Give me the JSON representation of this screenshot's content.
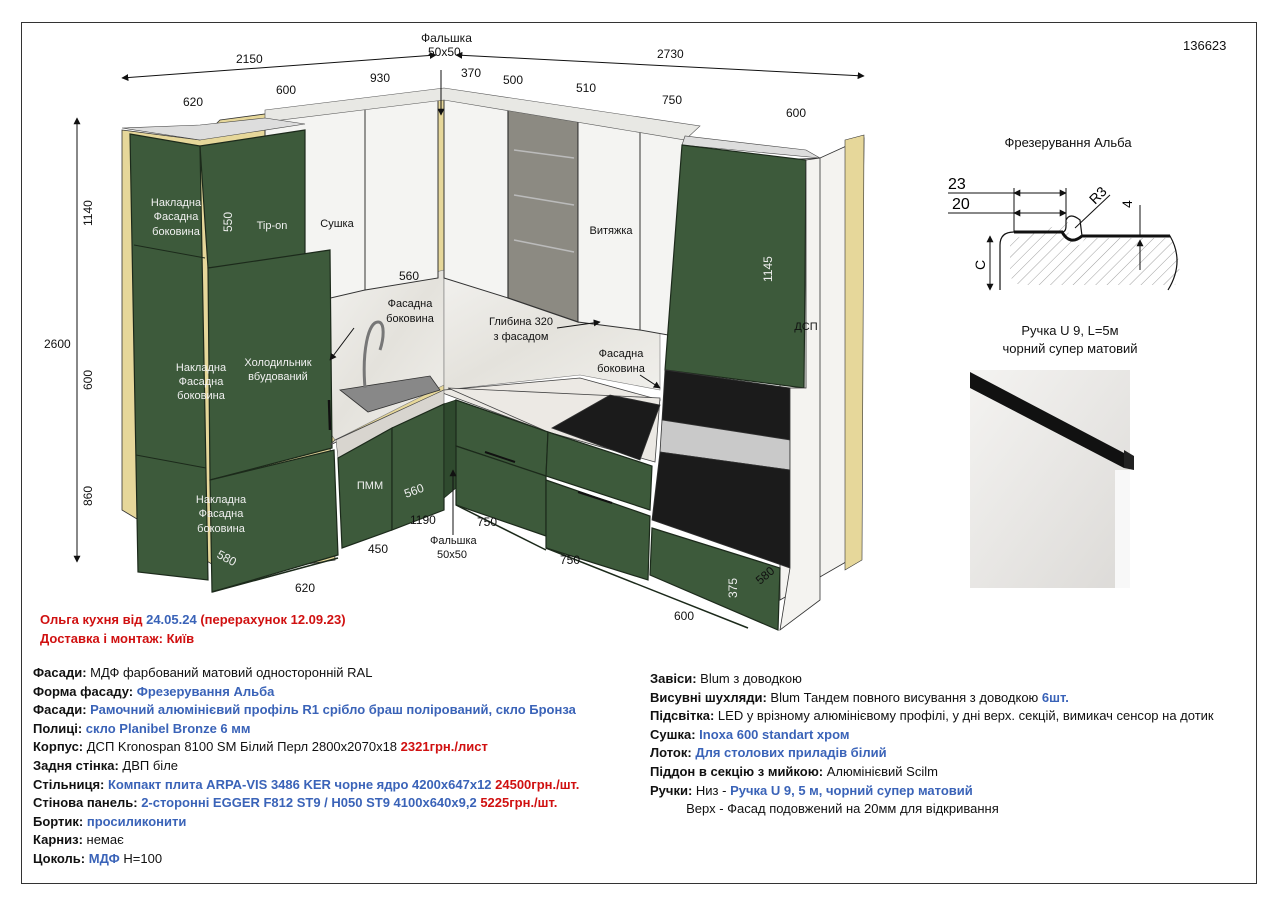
{
  "doc_number": "136623",
  "header": {
    "line1_prefix": "Ольга кухня від ",
    "line1_date": "24.05.24",
    "line1_suffix": " (перерахунок 12.09.23)",
    "line2": "Доставка і монтаж: Київ"
  },
  "dims": {
    "left_total": "2150",
    "right_total": "2730",
    "top_falshka": "Фальшка",
    "top_falshka_size": "50x50",
    "d620_top": "620",
    "d600_top": "600",
    "d930": "930",
    "d370": "370",
    "d500": "500",
    "d510": "510",
    "d750_top": "750",
    "d600_right": "600",
    "height_total": "2600",
    "h1140": "1140",
    "h600": "600",
    "h860": "860",
    "d550": "550",
    "d560_upper": "560",
    "d1145": "1145",
    "d560_lower": "560",
    "d1190": "1190",
    "d750_a": "750",
    "d450": "450",
    "d750_b": "750",
    "d620_bottom": "620",
    "d580_left": "580",
    "d580_right": "580",
    "d375": "375",
    "d600_bottom": "600",
    "bottom_falshka": "Фальшка",
    "bottom_falshka_size": "50x50"
  },
  "labels": {
    "nakladna1": [
      "Накладна",
      "Фасадна",
      "боковина"
    ],
    "nakladna2": [
      "Накладна",
      "Фасадна",
      "боковина"
    ],
    "nakladna3": [
      "Накладна",
      "Фасадна",
      "боковина"
    ],
    "tipon": "Tip-on",
    "sushka": "Сушка",
    "fridge": [
      "Холодильник",
      "вбудований"
    ],
    "fasadna_left": [
      "Фасадна",
      "боковина"
    ],
    "hlybyna": [
      "Глибина 320",
      "з фасадом"
    ],
    "vytyazhka": "Витяжка",
    "fasadna_right": [
      "Фасадна",
      "боковина"
    ],
    "dsp": "ДСП",
    "pmm": "ПММ"
  },
  "profile": {
    "title": "Фрезерування Альба",
    "d23": "23",
    "d20": "20",
    "r3": "R3",
    "d4": "4",
    "c": "C"
  },
  "handle": {
    "title_line1": "Ручка U 9, L=5м",
    "title_line2": "чорний супер матовий"
  },
  "spec_left": [
    {
      "label": "Фасади:",
      "parts": [
        {
          "t": " МДФ фарбований матовий односторонній RAL",
          "c": ""
        }
      ]
    },
    {
      "label": "Форма фасаду:",
      "parts": [
        {
          "t": " Фрезерування Альба",
          "c": "blue"
        }
      ]
    },
    {
      "label": "Фасади:",
      "parts": [
        {
          "t": " Рамочний алюмінієвий профіль R1 срібло браш полірований, скло Бронза",
          "c": "blue"
        }
      ]
    },
    {
      "label": "Полиці:",
      "parts": [
        {
          "t": " скло Planibel Bronze 6 мм",
          "c": "blue"
        }
      ]
    },
    {
      "label": "Корпус:",
      "parts": [
        {
          "t": " ДСП Kronospan 8100 SM Білий Перл 2800x2070x18 ",
          "c": ""
        },
        {
          "t": "2321грн./лист",
          "c": "red"
        }
      ]
    },
    {
      "label": "Задня стінка:",
      "parts": [
        {
          "t": " ДВП біле",
          "c": ""
        }
      ]
    },
    {
      "label": "Стільниця:",
      "parts": [
        {
          "t": " Компакт плита ARPA-VIS 3486 KER чорне ядро 4200x647x12 ",
          "c": "blue"
        },
        {
          "t": "24500грн./шт.",
          "c": "red"
        }
      ]
    },
    {
      "label": "Стінова панель:",
      "parts": [
        {
          "t": " 2-сторонні EGGER F812 ST9 / H050 ST9 4100x640x9,2 ",
          "c": "blue"
        },
        {
          "t": "5225грн./шт.",
          "c": "red"
        }
      ]
    },
    {
      "label": "Бортик:",
      "parts": [
        {
          "t": " просиликонити",
          "c": "blue"
        }
      ]
    },
    {
      "label": "Карниз:",
      "parts": [
        {
          "t": " немає",
          "c": ""
        }
      ]
    },
    {
      "label": "Цоколь:",
      "parts": [
        {
          "t": " МДФ",
          "c": "blue"
        },
        {
          "t": " H=100",
          "c": ""
        }
      ]
    }
  ],
  "spec_right": [
    {
      "label": "Завіси:",
      "parts": [
        {
          "t": " Blum з доводкою",
          "c": ""
        }
      ]
    },
    {
      "label": "Висувні шухляди:",
      "parts": [
        {
          "t": " Blum Тандем повного висування з доводкою ",
          "c": ""
        },
        {
          "t": "6шт.",
          "c": "blue"
        }
      ]
    },
    {
      "label": "Підсвітка:",
      "parts": [
        {
          "t": " LED у врізному алюмінієвому профілі, у дні верх. секцій, вимикач сенсор на дотик",
          "c": ""
        }
      ]
    },
    {
      "label": "Сушка:",
      "parts": [
        {
          "t": " Inoxa 600 standart хром",
          "c": "blue"
        }
      ]
    },
    {
      "label": "Лоток:",
      "parts": [
        {
          "t": " Для столових приладів білий",
          "c": "blue"
        }
      ]
    },
    {
      "label": "Піддон в секцію з мийкою:",
      "parts": [
        {
          "t": " Алюмінієвий Scilm",
          "c": ""
        }
      ]
    },
    {
      "label": "Ручки:",
      "parts": [
        {
          "t": " Низ - ",
          "c": ""
        },
        {
          "t": "Ручка U 9, 5 м, чорний супер матовий",
          "c": "blue"
        }
      ]
    },
    {
      "label": "",
      "parts": [
        {
          "t": "          Верх - Фасад подовжений на 20мм для відкривання",
          "c": ""
        }
      ]
    }
  ],
  "colors": {
    "facade_green": "#3d5a3b",
    "frame_dark": "#1c2a1b",
    "countertop": "#ece9e4",
    "glass_bronze": "#8c8a82",
    "blue": "#3a63b8",
    "red": "#d01010"
  }
}
